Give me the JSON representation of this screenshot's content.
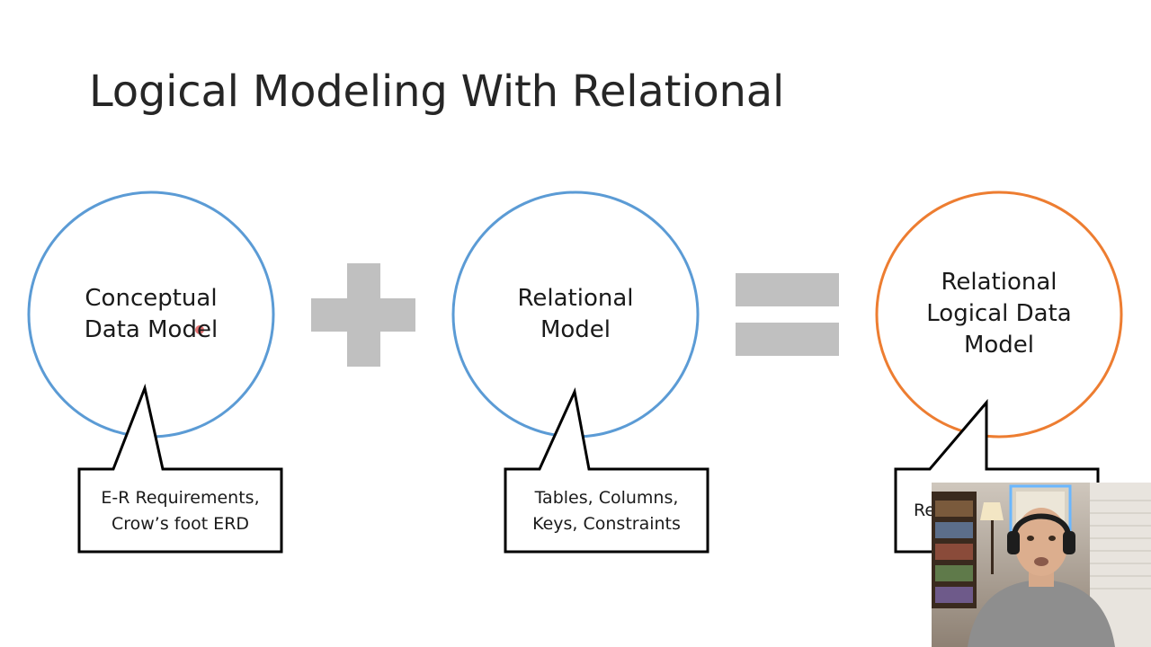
{
  "title": "Logical Modeling With Relational",
  "circles": [
    {
      "id": "conceptual",
      "label_lines": [
        "Conceptual",
        "Data Model"
      ],
      "color": "#5b9bd5"
    },
    {
      "id": "relational",
      "label_lines": [
        "Relational",
        "Model"
      ],
      "color": "#5b9bd5"
    },
    {
      "id": "result",
      "label_lines": [
        "Relational",
        "Logical Data",
        "Model"
      ],
      "color": "#ed7d31"
    }
  ],
  "operators": {
    "plus": "plus-sign",
    "equals": "equals-sign",
    "color": "#c0c0c0"
  },
  "callouts": [
    {
      "lines": [
        "E-R Requirements,",
        "Crow’s foot ERD"
      ]
    },
    {
      "lines": [
        "Tables, Columns,",
        "Keys, Constraints"
      ]
    },
    {
      "lines": [
        "Re"
      ]
    }
  ],
  "webcam": {
    "description_icon": "presenter-webcam"
  }
}
